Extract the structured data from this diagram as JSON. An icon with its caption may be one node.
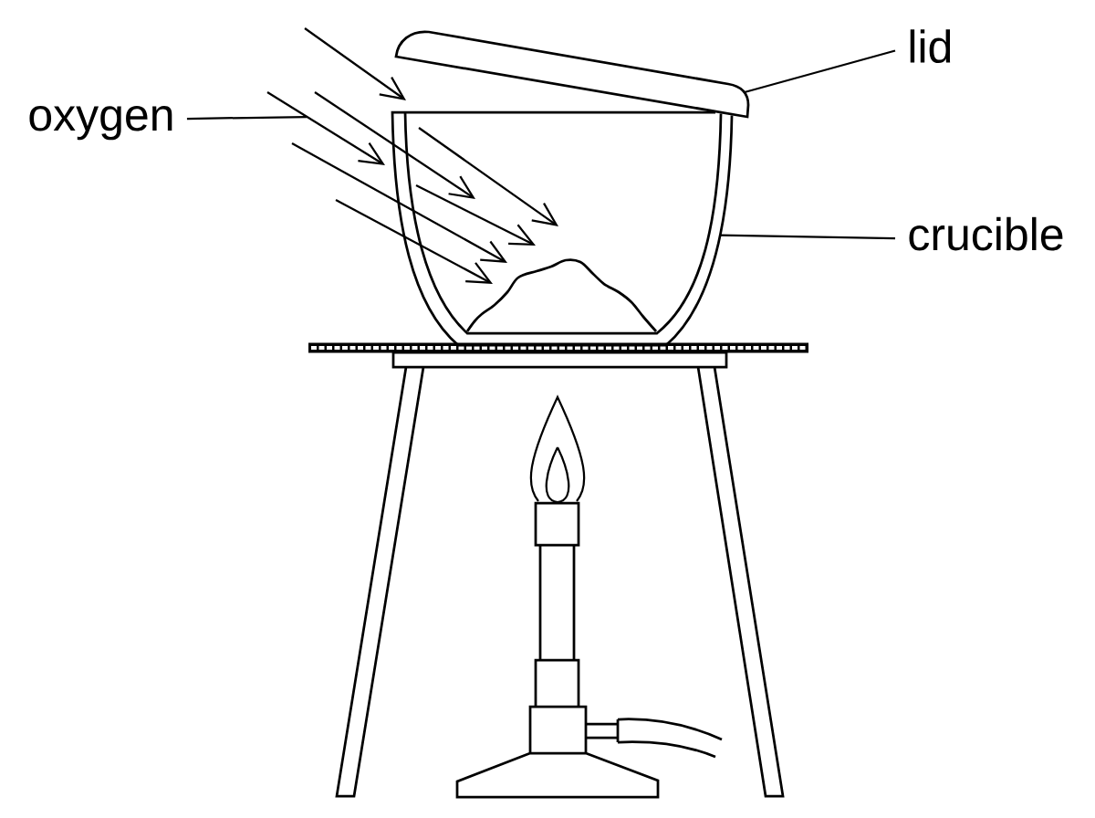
{
  "diagram": {
    "nodes": [
      {
        "text": [
          "lid"
        ]
      },
      {
        "text": [
          "oxygen"
        ]
      },
      {
        "text": [
          "crucible"
        ]
      },
      {
        "text": [],
        "shape": "picture"
      },
      {
        "text": [],
        "shape": "picture"
      }
    ],
    "edges": [
      {
        "from": 0,
        "to": 3,
        "arrow": "none"
      },
      {
        "from": 1,
        "to": null,
        "arrow": "none"
      },
      {
        "from": 2,
        "to": 4,
        "arrow": "none"
      }
    ]
  }
}
